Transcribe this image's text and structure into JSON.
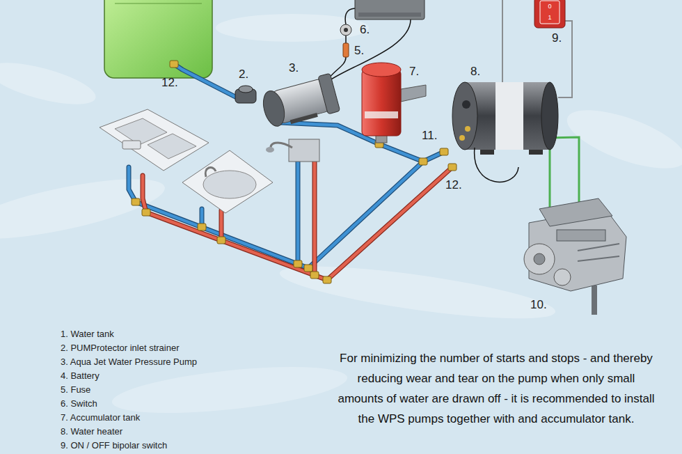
{
  "diagram": {
    "labels": [
      "12.",
      "2.",
      "3.",
      "6.",
      "5.",
      "7.",
      "8.",
      "0",
      "1",
      "9.",
      "11.",
      "12.",
      "10.",
      "1. Water tank",
      "2. PUMProtector inlet strainer",
      "3. Aqua Jet Water Pressure Pump",
      "4. Battery",
      "5. Fuse",
      "6. Switch",
      "7. Accumulator tank",
      "8. Water heater",
      "9. ON / OFF bipolar switch",
      "For minimizing the number of starts and stops - and thereby reducing wear and tear on the pump when only small amounts of water are drawn off - it is recommended to install the WPS pumps together with and accumulator tank."
    ]
  }
}
